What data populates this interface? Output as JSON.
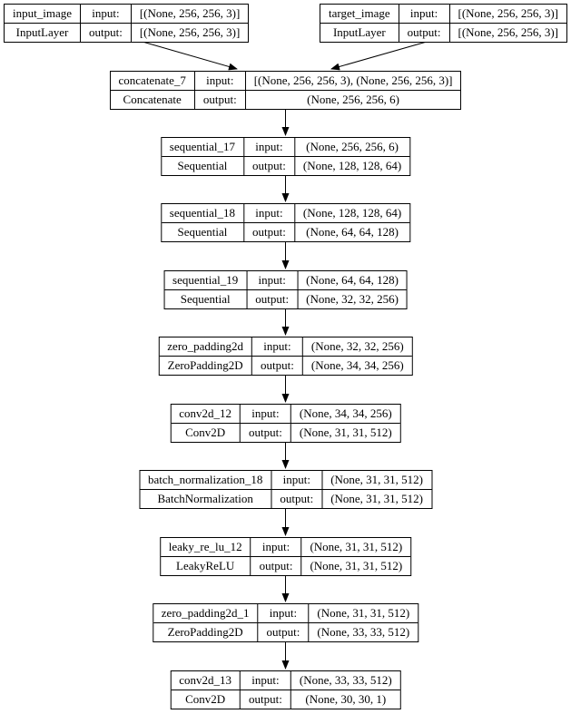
{
  "diagram": {
    "title": "keras-model-plot",
    "background_color": "#ffffff",
    "node_border_color": "#000000",
    "text_color": "#000000",
    "edge_color": "#000000"
  },
  "labels": {
    "input": "input:",
    "output": "output:"
  },
  "nodes": [
    {
      "name": "input_image",
      "type": "InputLayer",
      "input": "[(None, 256, 256, 3)]",
      "output": "[(None, 256, 256, 3)]"
    },
    {
      "name": "target_image",
      "type": "InputLayer",
      "input": "[(None, 256, 256, 3)]",
      "output": "[(None, 256, 256, 3)]"
    },
    {
      "name": "concatenate_7",
      "type": "Concatenate",
      "input": "[(None, 256, 256, 3), (None, 256, 256, 3)]",
      "output": "(None, 256, 256, 6)"
    },
    {
      "name": "sequential_17",
      "type": "Sequential",
      "input": "(None, 256, 256, 6)",
      "output": "(None, 128, 128, 64)"
    },
    {
      "name": "sequential_18",
      "type": "Sequential",
      "input": "(None, 128, 128, 64)",
      "output": "(None, 64, 64, 128)"
    },
    {
      "name": "sequential_19",
      "type": "Sequential",
      "input": "(None, 64, 64, 128)",
      "output": "(None, 32, 32, 256)"
    },
    {
      "name": "zero_padding2d",
      "type": "ZeroPadding2D",
      "input": "(None, 32, 32, 256)",
      "output": "(None, 34, 34, 256)"
    },
    {
      "name": "conv2d_12",
      "type": "Conv2D",
      "input": "(None, 34, 34, 256)",
      "output": "(None, 31, 31, 512)"
    },
    {
      "name": "batch_normalization_18",
      "type": "BatchNormalization",
      "input": "(None, 31, 31, 512)",
      "output": "(None, 31, 31, 512)"
    },
    {
      "name": "leaky_re_lu_12",
      "type": "LeakyReLU",
      "input": "(None, 31, 31, 512)",
      "output": "(None, 31, 31, 512)"
    },
    {
      "name": "zero_padding2d_1",
      "type": "ZeroPadding2D",
      "input": "(None, 31, 31, 512)",
      "output": "(None, 33, 33, 512)"
    },
    {
      "name": "conv2d_13",
      "type": "Conv2D",
      "input": "(None, 33, 33, 512)",
      "output": "(None, 30, 30, 1)"
    }
  ],
  "edges": [
    {
      "from": "input_image",
      "to": "concatenate_7"
    },
    {
      "from": "target_image",
      "to": "concatenate_7"
    },
    {
      "from": "concatenate_7",
      "to": "sequential_17"
    },
    {
      "from": "sequential_17",
      "to": "sequential_18"
    },
    {
      "from": "sequential_18",
      "to": "sequential_19"
    },
    {
      "from": "sequential_19",
      "to": "zero_padding2d"
    },
    {
      "from": "zero_padding2d",
      "to": "conv2d_12"
    },
    {
      "from": "conv2d_12",
      "to": "batch_normalization_18"
    },
    {
      "from": "batch_normalization_18",
      "to": "leaky_re_lu_12"
    },
    {
      "from": "leaky_re_lu_12",
      "to": "zero_padding2d_1"
    },
    {
      "from": "zero_padding2d_1",
      "to": "conv2d_13"
    }
  ]
}
